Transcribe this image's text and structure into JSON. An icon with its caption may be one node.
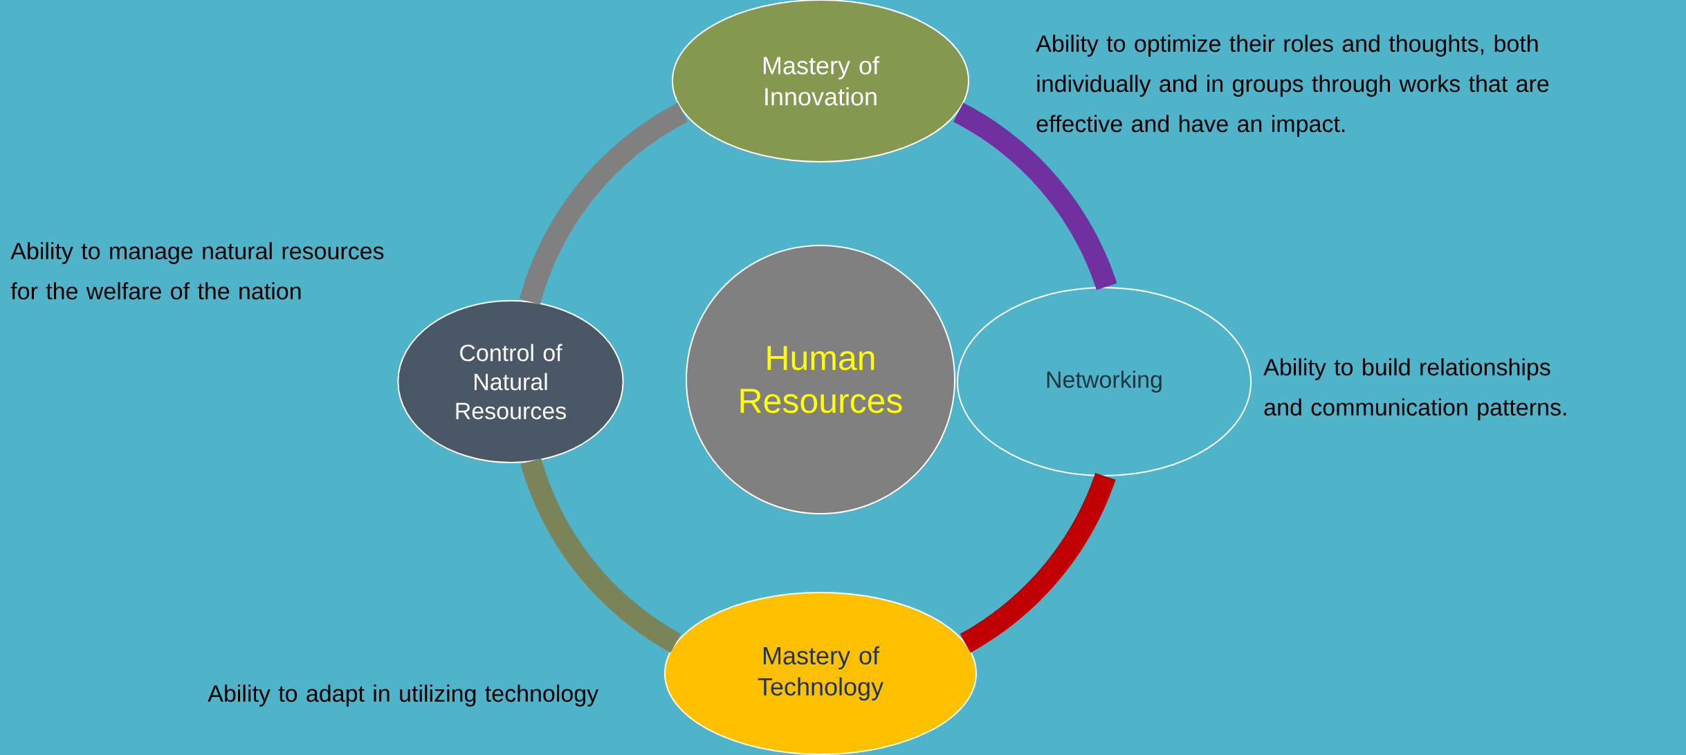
{
  "diagram": {
    "nodes": [
      {
        "text": [
          "Mastery of Innovation"
        ],
        "beside": [
          "Ability to optimize their roles and thoughts, both individually and in groups through works that are effective and have an impact."
        ]
      },
      {
        "text": [
          "Control of Natural Resources"
        ],
        "beside": [
          "Ability to manage natural resources for the welfare of the nation"
        ]
      },
      {
        "text": [
          "Human Resources"
        ]
      },
      {
        "text": [
          "Networking"
        ],
        "beside": [
          "Ability to build relationships and communication patterns."
        ]
      },
      {
        "text": [
          "Mastery of Technology"
        ],
        "beside": [
          "Ability to adapt in utilizing technology"
        ]
      }
    ],
    "edges": [
      {
        "from": 0,
        "to": 3,
        "arrow": "none",
        "color": "#7030a0"
      },
      {
        "from": 3,
        "to": 4,
        "arrow": "none",
        "color": "#c00000"
      },
      {
        "from": 4,
        "to": 1,
        "arrow": "none",
        "color": "#7a8458"
      },
      {
        "from": 1,
        "to": 0,
        "arrow": "none",
        "color": "#808080"
      }
    ]
  }
}
